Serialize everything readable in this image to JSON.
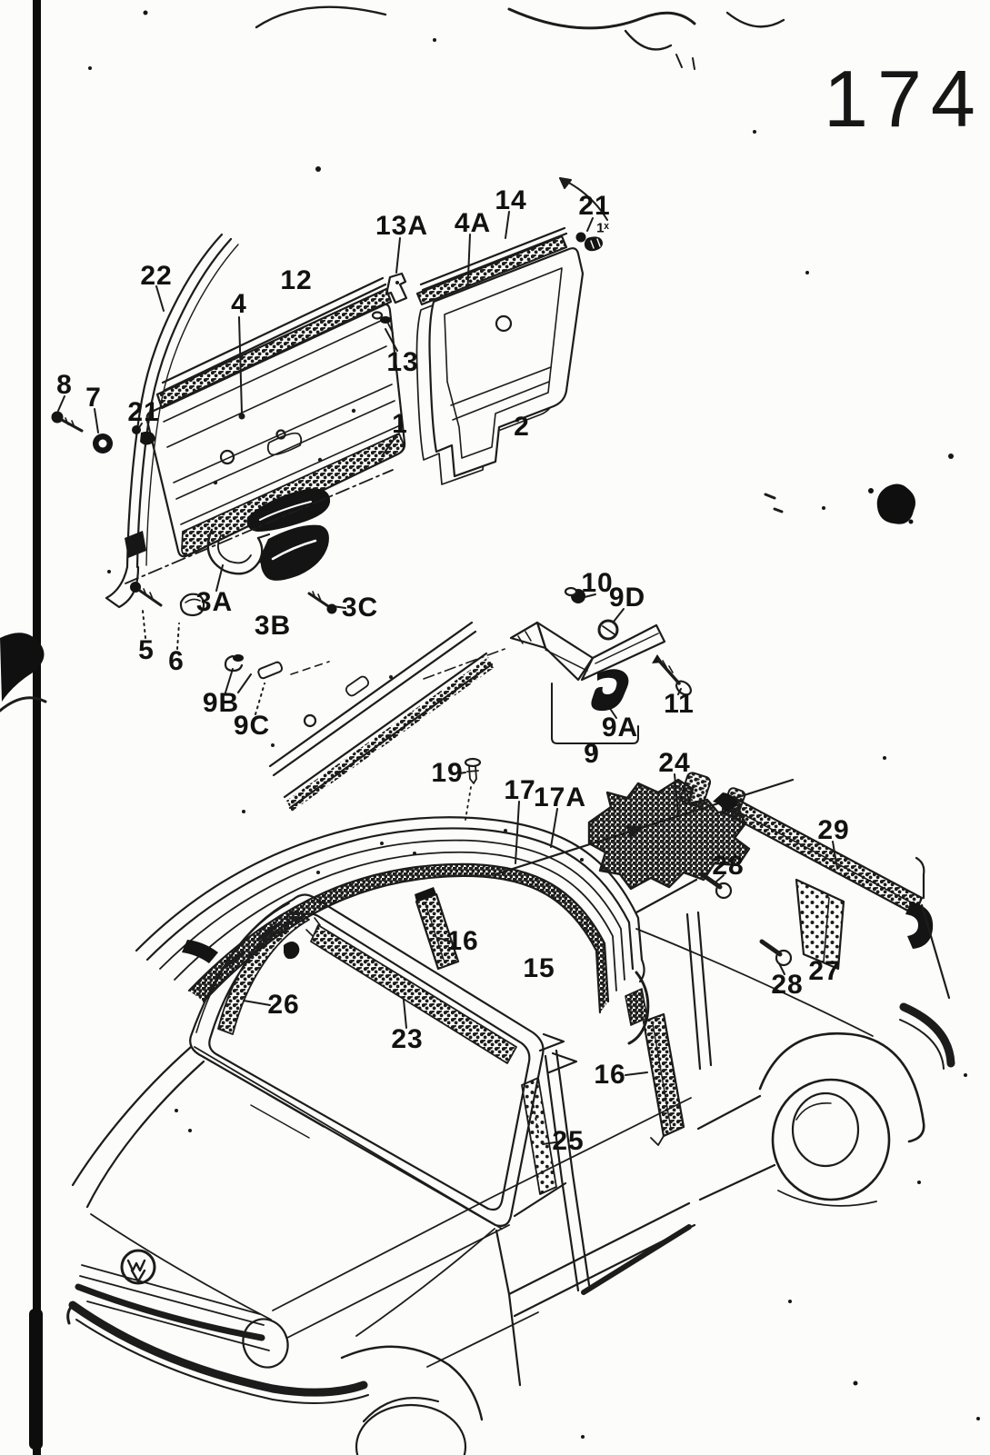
{
  "page": {
    "number": "174"
  },
  "diagram": {
    "description": "Scanned exploded-parts line drawing: interior door trim panels, armrests, clips and exterior body mouldings of a VW pickup truck",
    "vw_badge": "VW"
  },
  "labels": [
    "13A",
    "4A",
    "14",
    "21",
    "1ˣ",
    "22",
    "12",
    "4",
    "13",
    "8",
    "7",
    "21",
    "1",
    "2",
    "3A",
    "3B",
    "3C",
    "5",
    "6",
    "9B",
    "9C",
    "10",
    "9D",
    "11",
    "9A",
    "9",
    "19",
    "17",
    "17A",
    "24",
    "28",
    "29",
    "27",
    "28",
    "26",
    "23",
    "16",
    "15",
    "16",
    "25"
  ]
}
